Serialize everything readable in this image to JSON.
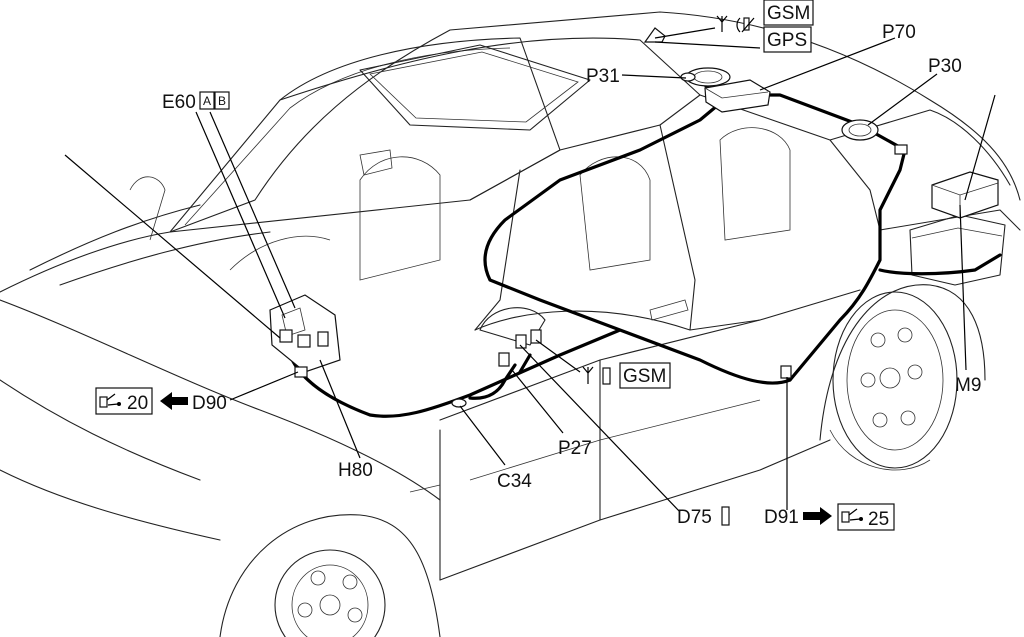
{
  "diagram": {
    "labels": {
      "gsm_top": "GSM",
      "gps_top": "GPS",
      "p70": "P70",
      "p31": "P31",
      "p30": "P30",
      "e60": "E60",
      "e60_a": "A",
      "e60_b": "B",
      "d90": "D90",
      "ref_20": "20",
      "h80": "H80",
      "gsm_mid": "GSM",
      "p27": "P27",
      "c34": "C34",
      "d75": "D75",
      "d91": "D91",
      "ref_25": "25",
      "m9": "M9"
    },
    "icons": [
      "antenna-icon",
      "phone-handset-icon",
      "connector-pin-icon",
      "arrow-left-icon",
      "arrow-right-icon"
    ]
  }
}
